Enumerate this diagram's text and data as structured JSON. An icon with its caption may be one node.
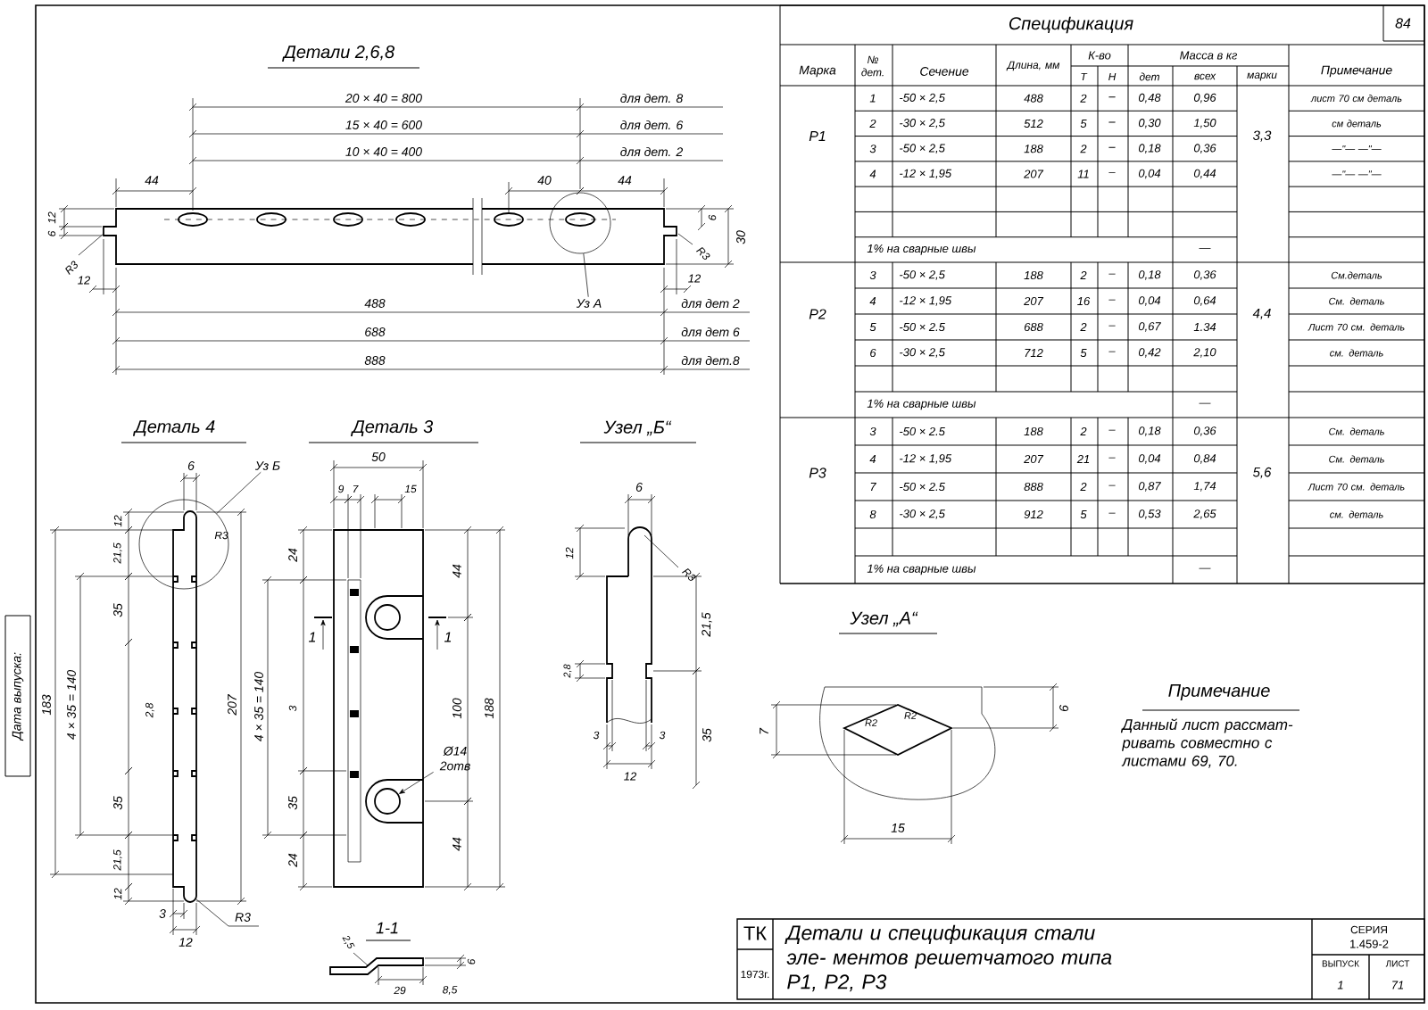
{
  "diagram": {
    "nodes": [
      {
        "text": [
          "Уз А"
        ]
      },
      {
        "text": [],
        "shape": "circle"
      },
      {
        "text": [
          "Уз Б"
        ]
      },
      {
        "text": [],
        "shape": "circle"
      },
      {
        "text": [
          "Ø14 2отв"
        ]
      },
      {
        "text": [],
        "shape": "circle"
      }
    ],
    "edges": [
      {
        "from": 0,
        "to": 1,
        "arrow": "none"
      },
      {
        "from": 2,
        "to": 3,
        "arrow": "none"
      },
      {
        "from": 4,
        "to": 5,
        "arrow": "to"
      }
    ],
    "labels": [
      "Спецификация",
      "84",
      "Марка",
      "№ дет.",
      "Сечение",
      "Длина, мм",
      "К-во",
      "Масса в кг",
      "Примечание",
      "Т",
      "Н",
      "дет",
      "всех",
      "марки",
      "Р1",
      "1",
      "-50 × 2,5",
      "488",
      "2",
      "–",
      "0,48",
      "0,96",
      "лист 70 см деталь",
      "2",
      "-30 × 2,5",
      "512",
      "5",
      "–",
      "0,30",
      "1,50",
      "см деталь",
      "3",
      "-50 × 2,5",
      "188",
      "2",
      "–",
      "0,18",
      "0,36",
      "—\"— —\"—",
      "4",
      "-12 × 1,95",
      "207",
      "11",
      "–",
      "0,04",
      "0,44",
      "—\"— —\"—",
      "3,3",
      "1% на сварные швы",
      "—",
      "Р2",
      "3",
      "-50 × 2,5",
      "188",
      "2",
      "–",
      "0,18",
      "0,36",
      "См.деталь",
      "4",
      "-12 × 1,95",
      "207",
      "16",
      "–",
      "0,04",
      "0,64",
      "См. деталь",
      "5",
      "-50 × 2.5",
      "688",
      "2",
      "–",
      "0,67",
      "1.34",
      "Лист 70 см. деталь",
      "6",
      "-30 × 2,5",
      "712",
      "5",
      "–",
      "0,42",
      "2,10",
      "см. деталь",
      "4,4",
      "1% на сварные швы",
      "—",
      "Р3",
      "3",
      "-50 × 2.5",
      "188",
      "2",
      "–",
      "0,18",
      "0,36",
      "См. деталь",
      "4",
      "-12 × 1,95",
      "207",
      "21",
      "–",
      "0,04",
      "0,84",
      "См. деталь",
      "7",
      "-50 × 2.5",
      "888",
      "2",
      "–",
      "0,87",
      "1,74",
      "Лист 70 см. деталь",
      "8",
      "-30 × 2,5",
      "912",
      "5",
      "–",
      "0,53",
      "2,65",
      "см. деталь",
      "5,6",
      "1% на сварные швы",
      "—",
      "Детали 2,6,8",
      "20 × 40 = 800",
      "для дет. 8",
      "15 × 40 = 600",
      "для дет. 6",
      "10 × 40 = 400",
      "для дет. 2",
      "44",
      "40",
      "44",
      "12",
      "6",
      "R3",
      "12",
      "6",
      "R3",
      "30",
      "12",
      "488",
      "для дет 2",
      "688",
      "для дет 6",
      "888",
      "для дет.8",
      "Деталь 4",
      "6",
      "12",
      "R3",
      "21,5",
      "35",
      "2,8",
      "35",
      "21,5",
      "12",
      "183",
      "4 × 35 = 140",
      "207",
      "3",
      "12",
      "R3",
      "Деталь 3",
      "50",
      "9",
      "7",
      "15",
      "24",
      "1",
      "1",
      "4 × 35 = 140",
      "3",
      "35",
      "24",
      "44",
      "100",
      "44",
      "188",
      "1-1",
      "2,5",
      "6",
      "29",
      "8,5",
      "Узел „Б“",
      "6",
      "12",
      "R3",
      "21,5",
      "2,8",
      "35",
      "3",
      "3",
      "12",
      "Узел „А“",
      "R2",
      "R2",
      "7",
      "6",
      "15",
      "Примечание",
      "Данный лист рассмат- ривать совместно с листами 69, 70.",
      "ТК",
      "1973г.",
      "Детали и спецификация стали эле- ментов решетчатого типа Р1, Р2, Р3",
      "СЕРИЯ",
      "1.459-2",
      "ВЫПУСК",
      "1",
      "ЛИСТ",
      "71",
      "Дата выпуска:"
    ]
  }
}
